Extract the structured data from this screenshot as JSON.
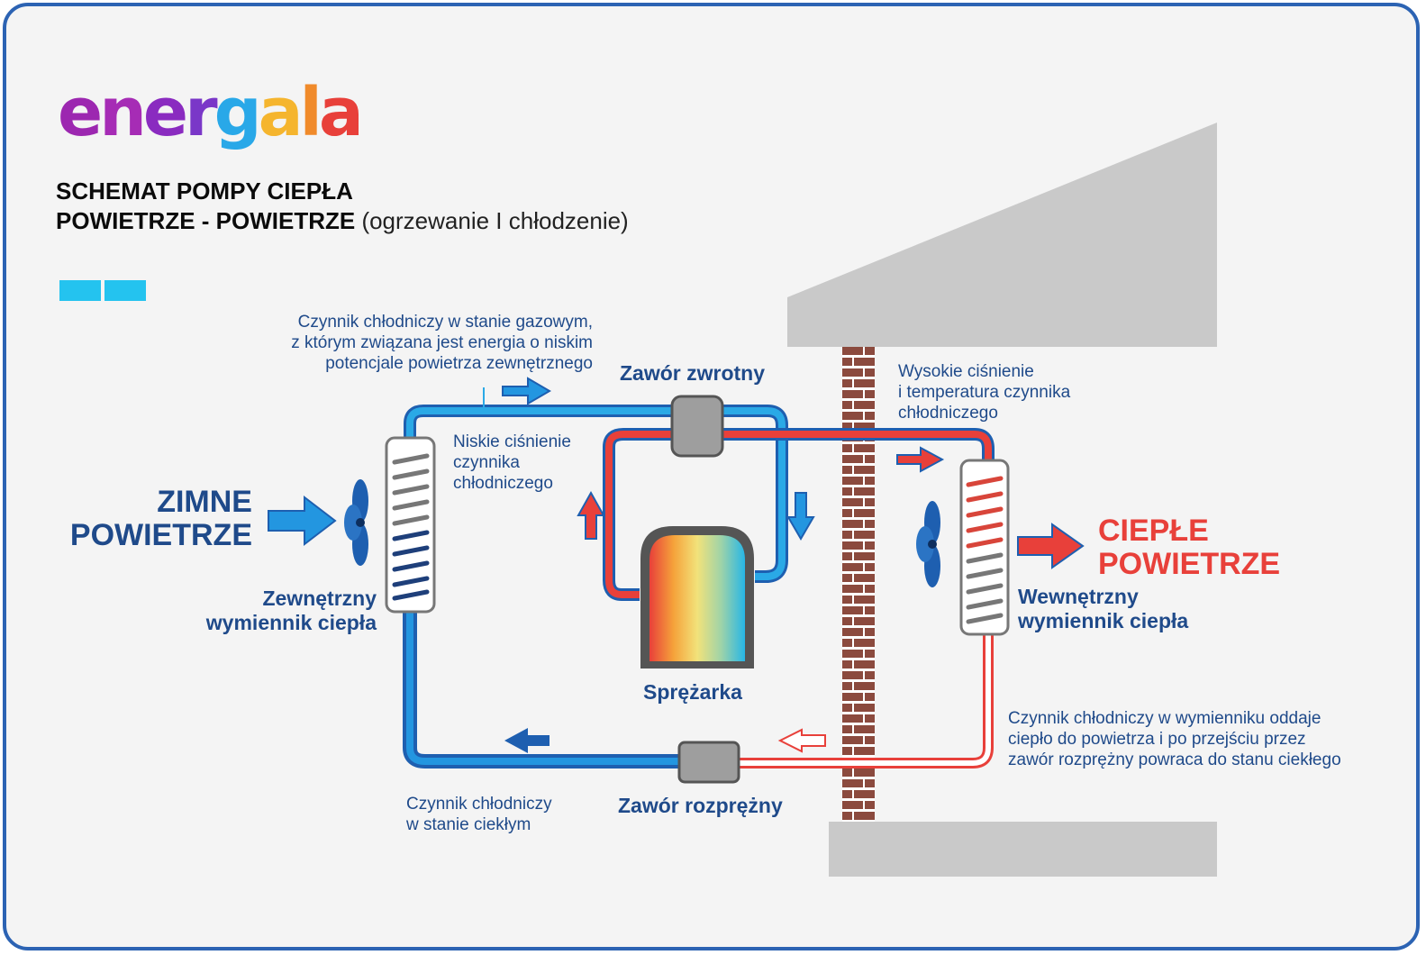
{
  "logo": {
    "text": "energala",
    "letters": [
      {
        "ch": "e",
        "color": "#9c27b0"
      },
      {
        "ch": "n",
        "color": "#a62cb5"
      },
      {
        "ch": "e",
        "color": "#8a2bc0"
      },
      {
        "ch": "r",
        "color": "#7a37c8"
      },
      {
        "ch": "g",
        "color": "#29a8e8"
      },
      {
        "ch": "a",
        "color": "#f5b52e"
      },
      {
        "ch": "l",
        "color": "#f08a2a"
      },
      {
        "ch": "a",
        "color": "#e8403a"
      }
    ]
  },
  "title": {
    "line1": "SCHEMAT POMPY CIEPŁA",
    "line2_bold": "POWIETRZE - POWIETRZE",
    "line2_rest": " (ogrzewanie I chłodzenie)"
  },
  "tabs": [
    "",
    ""
  ],
  "labels": {
    "gas_refrigerant": "Czynnik chłodniczy w stanie gazowym,\nz którym związana jest energia o niskim\npotencjale powietrza zewnętrznego",
    "check_valve": "Zawór zwrotny",
    "high_pressure": "Wysokie ciśnienie\ni temperatura czynnika\nchłodniczego",
    "low_pressure": "Niskie ciśnienie\nczynnika\nchłodniczego",
    "cold_air": "ZIMNE\nPOWIETRZE",
    "warm_air": "CIEPŁE\nPOWIETRZE",
    "outdoor_exchanger": "Zewnętrzny\nwymiennik ciepła",
    "indoor_exchanger": "Wewnętrzny\nwymiennik ciepła",
    "compressor": "Sprężarka",
    "release_heat": "Czynnik chłodniczy w wymienniku oddaje\nciepło do powietrza i po przejściu przez\nzawór rozprężny powraca do stanu ciekłego",
    "liquid_refrigerant": "Czynnik chłodniczy\nw stanie ciekłym",
    "expansion_valve": "Zawór rozprężny"
  },
  "colors": {
    "frame": "#2c63b3",
    "cold": "#2396e0",
    "cold_dark": "#1e5fb0",
    "hot": "#e8403a",
    "wall": "#8b4a3e",
    "house": "#c9c9c9",
    "text": "#1f4a8a"
  }
}
